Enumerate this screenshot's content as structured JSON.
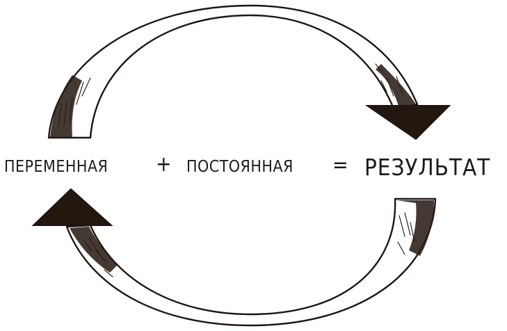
{
  "equation": {
    "term1": "ПЕРЕМЕННАЯ",
    "plus": "+",
    "term2": "ПОСТОЯННАЯ",
    "equals": "=",
    "result": "РЕЗУЛЬТАТ"
  },
  "icons": {
    "top_arrow": "curved-arrow-icon",
    "bottom_arrow": "curved-arrow-icon"
  },
  "colors": {
    "ink": "#1d1510",
    "paper": "#ffffff"
  }
}
